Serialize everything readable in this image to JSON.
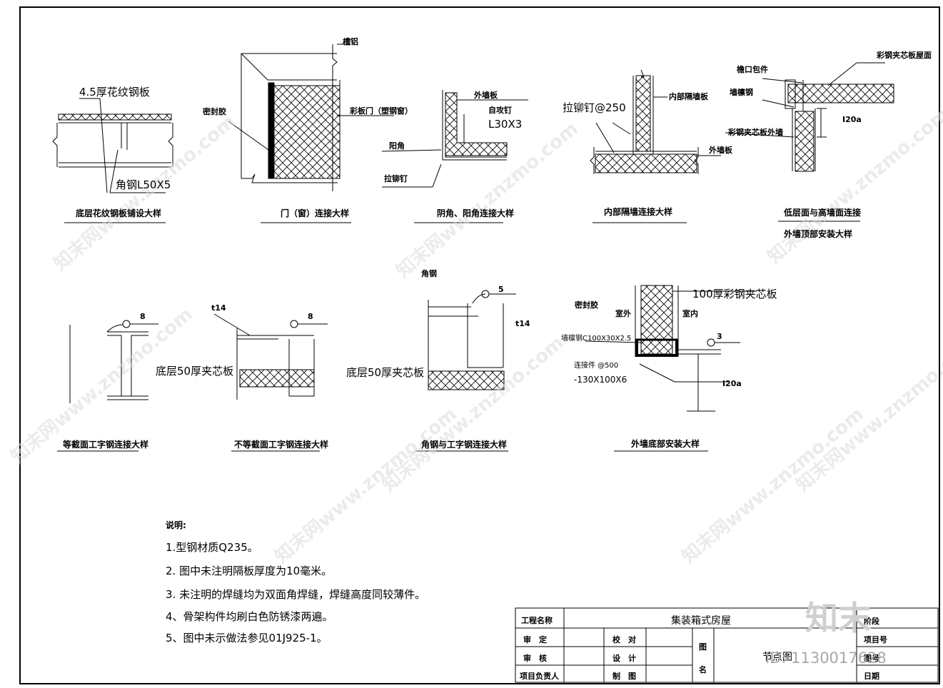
{
  "details": {
    "d1": {
      "caption": "底层花纹钢板铺设大样",
      "plate": "4.5厚花纹钢板",
      "angle": "角钢L50X5"
    },
    "d2": {
      "caption": "门（窗）连接大样",
      "trough": "槽铝",
      "sealant": "密封胶",
      "door": "彩板门（塑钢窗）"
    },
    "d3": {
      "caption": "阴角、阳角连接大样",
      "wall": "外墙板",
      "tap": "自攻钉",
      "angle": "L30X3",
      "corner": "阳角",
      "rivet": "拉铆钉"
    },
    "d4": {
      "caption": "内部隔墙连接大样",
      "rivet": "拉铆钉@250",
      "inner": "内部隔墙板",
      "outer": "外墙板"
    },
    "d5": {
      "caption1": "低层面与高墙面连接",
      "caption2": "外墙顶部安装大样",
      "roof": "彩钢夹芯板屋面",
      "eave": "檐口包件",
      "purlin": "墙檩钢",
      "wallpanel": "彩钢夹芯板外墙",
      "beam": "I20a"
    },
    "d6": {
      "caption": "等截面工字钢连接大样",
      "weld": "8"
    },
    "d7": {
      "caption": "不等截面工字钢连接大样",
      "plate": "t14",
      "weld": "8",
      "panel": "底层50厚夹芯板"
    },
    "d8": {
      "caption": "角钢与工字钢连接大样",
      "angle": "角钢",
      "weld": "5",
      "plate": "t14",
      "panel": "底层50厚夹芯板"
    },
    "d9": {
      "caption": "外墙底部安装大样",
      "panel": "100厚彩钢夹芯板",
      "sealant": "密封胶",
      "outdoor": "室外",
      "indoor": "室内",
      "channel": "墙檩钢C100X30X2.5",
      "anchor": "连接件 @500",
      "plate": "-130X100X6",
      "weld": "3",
      "beam": "I20a"
    }
  },
  "notes": {
    "title": "说明:",
    "items": [
      "1.型钢材质Q235。",
      "2.  图中未注明隔板厚度为10毫米。",
      "3.  未注明的焊缝均为双面角焊缝，焊缝高度同较薄件。",
      "4、骨架构件均刷白色防锈漆两遍。",
      "5、图中未示做法参见01J925-1。"
    ]
  },
  "title_block": {
    "project_label": "工程名称",
    "project_name": "集装箱式房屋",
    "approve": "审　定",
    "check": "校　对",
    "review": "审　核",
    "design": "设　计",
    "manager": "项目负责人",
    "draw": "制　图",
    "drawing_label1": "图",
    "drawing_label2": "名",
    "drawing_name": "节点图",
    "phase": "阶段",
    "project_no": "项目号",
    "sheet_no": "图号",
    "date": "日期"
  },
  "watermark": {
    "text": "知末网www.znzmo.com",
    "logo": "知末",
    "id": "ID: 1130017628"
  }
}
